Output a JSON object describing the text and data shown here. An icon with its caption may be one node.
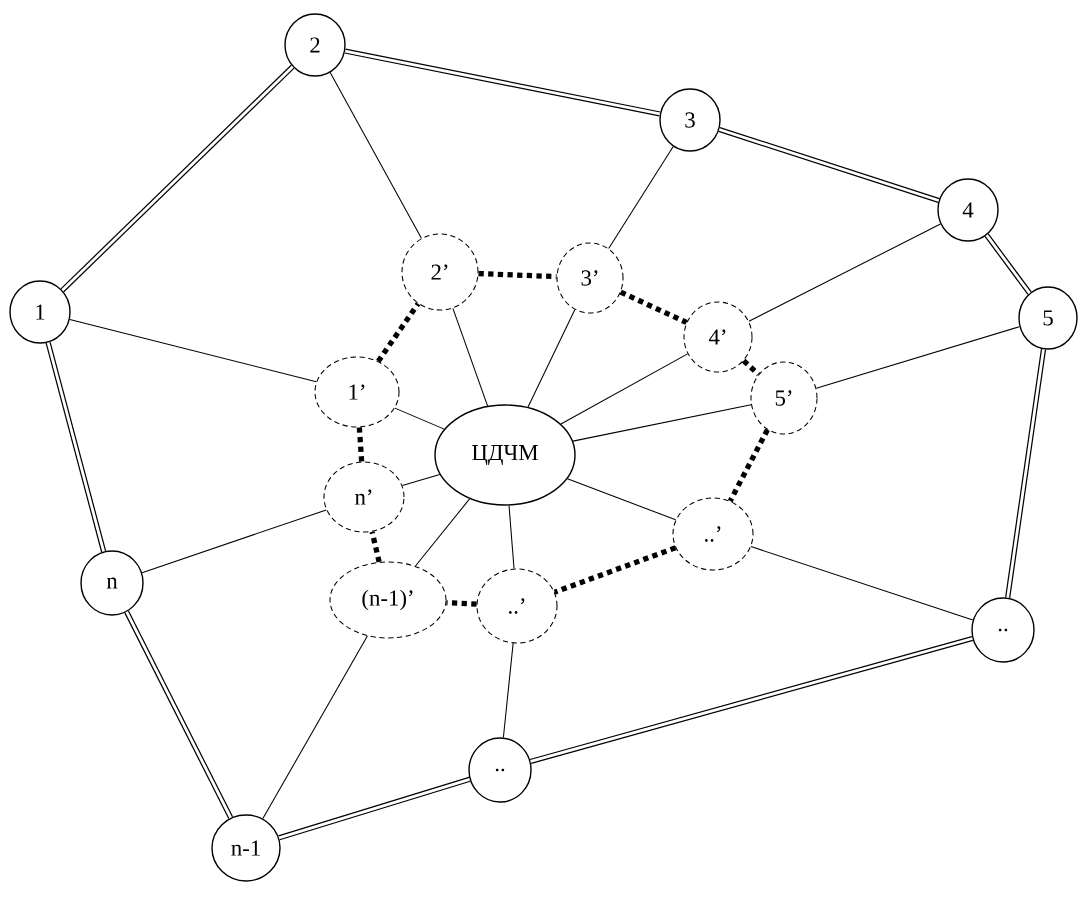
{
  "diagram": {
    "nodes": [
      {
        "text": [
          "1"
        ]
      },
      {
        "text": [
          "2"
        ]
      },
      {
        "text": [
          "3"
        ]
      },
      {
        "text": [
          "4"
        ]
      },
      {
        "text": [
          "5"
        ]
      },
      {
        "text": [
          ".."
        ]
      },
      {
        "text": [
          ".."
        ]
      },
      {
        "text": [
          "n-1"
        ]
      },
      {
        "text": [
          "n"
        ]
      },
      {
        "text": [
          "1’"
        ]
      },
      {
        "text": [
          "2’"
        ]
      },
      {
        "text": [
          "3’"
        ]
      },
      {
        "text": [
          "4’"
        ]
      },
      {
        "text": [
          "5’"
        ]
      },
      {
        "text": [
          "..’"
        ]
      },
      {
        "text": [
          "..’"
        ]
      },
      {
        "text": [
          "(n-1)’"
        ]
      },
      {
        "text": [
          "n’"
        ]
      },
      {
        "text": [
          "ЦДЧМ"
        ]
      }
    ],
    "edges": [
      {
        "from": 0,
        "to": 1,
        "arrow": "none",
        "style": "thick"
      },
      {
        "from": 1,
        "to": 2,
        "arrow": "none",
        "style": "thick"
      },
      {
        "from": 2,
        "to": 3,
        "arrow": "none",
        "style": "thick"
      },
      {
        "from": 3,
        "to": 4,
        "arrow": "none",
        "style": "thick"
      },
      {
        "from": 4,
        "to": 5,
        "arrow": "none",
        "style": "thick"
      },
      {
        "from": 5,
        "to": 6,
        "arrow": "none",
        "style": "thick"
      },
      {
        "from": 6,
        "to": 7,
        "arrow": "none",
        "style": "thick"
      },
      {
        "from": 7,
        "to": 8,
        "arrow": "none",
        "style": "thick"
      },
      {
        "from": 8,
        "to": 0,
        "arrow": "none",
        "style": "thick"
      },
      {
        "from": 0,
        "to": 9,
        "arrow": "none"
      },
      {
        "from": 1,
        "to": 10,
        "arrow": "none"
      },
      {
        "from": 2,
        "to": 11,
        "arrow": "none"
      },
      {
        "from": 3,
        "to": 12,
        "arrow": "none"
      },
      {
        "from": 4,
        "to": 13,
        "arrow": "none"
      },
      {
        "from": 5,
        "to": 14,
        "arrow": "none"
      },
      {
        "from": 6,
        "to": 15,
        "arrow": "none"
      },
      {
        "from": 7,
        "to": 16,
        "arrow": "none"
      },
      {
        "from": 8,
        "to": 17,
        "arrow": "none"
      },
      {
        "from": 18,
        "to": 9,
        "arrow": "none"
      },
      {
        "from": 18,
        "to": 10,
        "arrow": "none"
      },
      {
        "from": 18,
        "to": 11,
        "arrow": "none"
      },
      {
        "from": 18,
        "to": 12,
        "arrow": "none"
      },
      {
        "from": 18,
        "to": 13,
        "arrow": "none"
      },
      {
        "from": 18,
        "to": 14,
        "arrow": "none"
      },
      {
        "from": 18,
        "to": 15,
        "arrow": "none"
      },
      {
        "from": 18,
        "to": 16,
        "arrow": "none"
      },
      {
        "from": 18,
        "to": 17,
        "arrow": "none"
      },
      {
        "from": 9,
        "to": 10,
        "arrow": "none",
        "style": "dashed"
      },
      {
        "from": 10,
        "to": 11,
        "arrow": "none",
        "style": "dashed"
      },
      {
        "from": 11,
        "to": 12,
        "arrow": "none",
        "style": "dashed"
      },
      {
        "from": 12,
        "to": 13,
        "arrow": "none",
        "style": "dashed"
      },
      {
        "from": 13,
        "to": 14,
        "arrow": "none",
        "style": "dashed"
      },
      {
        "from": 14,
        "to": 15,
        "arrow": "none",
        "style": "dashed"
      },
      {
        "from": 15,
        "to": 16,
        "arrow": "none",
        "style": "dashed"
      },
      {
        "from": 16,
        "to": 17,
        "arrow": "none",
        "style": "dashed"
      },
      {
        "from": 17,
        "to": 9,
        "arrow": "none",
        "style": "dashed"
      }
    ]
  }
}
